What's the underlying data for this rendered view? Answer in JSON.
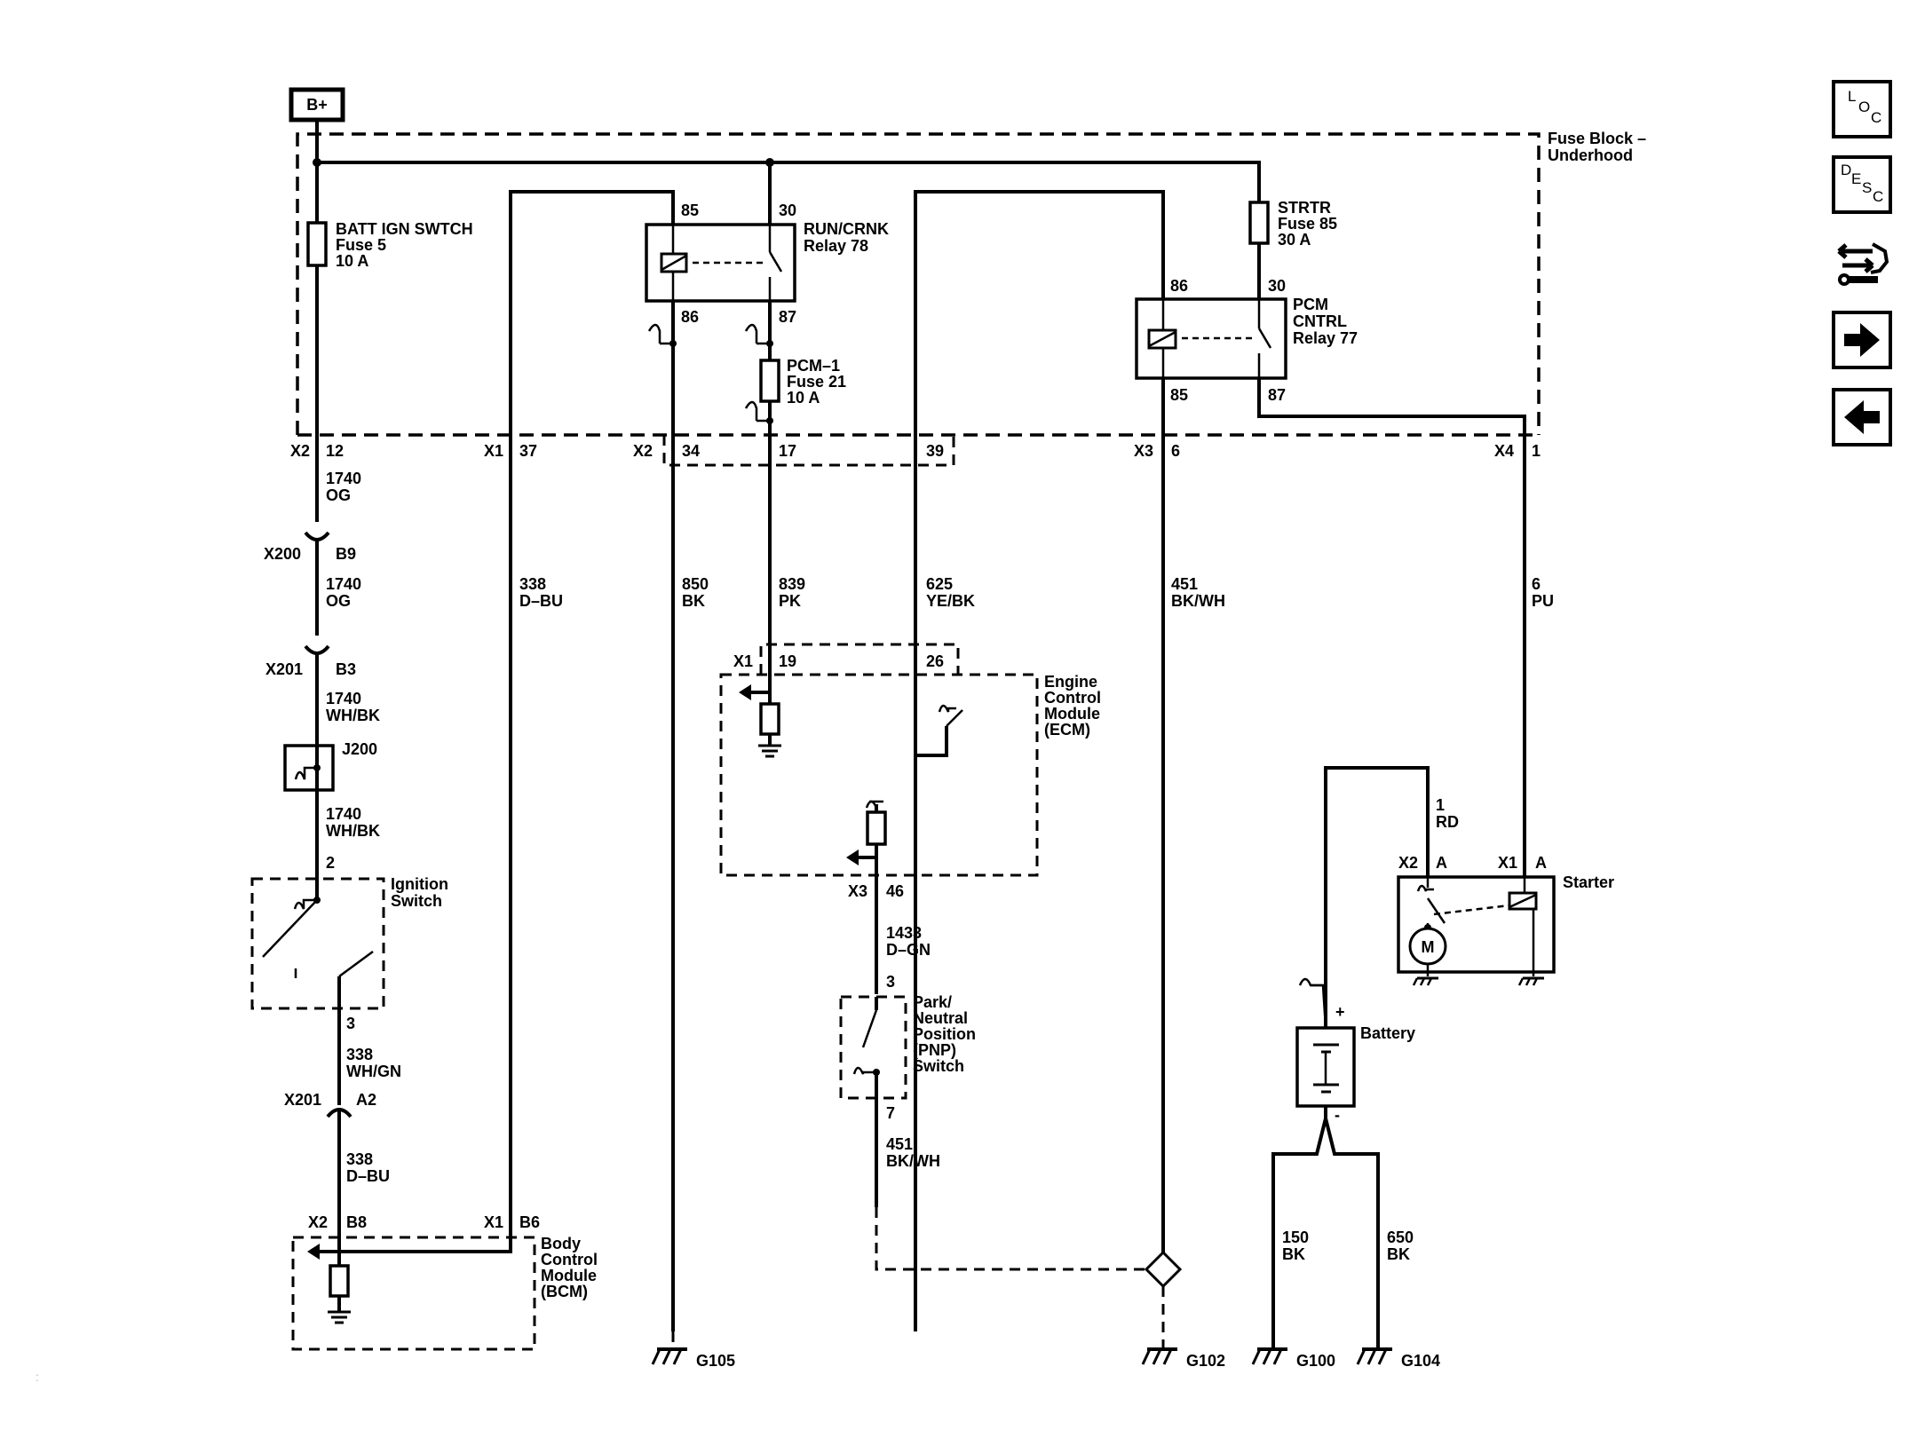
{
  "nav": {
    "loc": {
      "l1": "L",
      "l2": "O",
      "l3": "C"
    },
    "desc": {
      "l1": "D",
      "l2": "E",
      "l3": "S",
      "l4": "C"
    },
    "icons": {
      "conn": "connector-tool-icon",
      "next": "arrow-right-icon",
      "prev": "arrow-left-icon"
    }
  },
  "power": {
    "bplus": "B+"
  },
  "fuseblock": {
    "name1": "Fuse Block –",
    "name2": "Underhood"
  },
  "fuse5": {
    "l1": "BATT IGN SWTCH",
    "l2": "Fuse 5",
    "l3": "10 A"
  },
  "fuse85": {
    "l1": "STRTR",
    "l2": "Fuse 85",
    "l3": "30 A"
  },
  "fuse21": {
    "l1": "PCM–1",
    "l2": "Fuse 21",
    "l3": "10 A"
  },
  "relay78": {
    "l1": "RUN/CRNK",
    "l2": "Relay 78",
    "p85": "85",
    "p30": "30",
    "p86": "86",
    "p87": "87"
  },
  "relay77": {
    "l1": "PCM",
    "l2": "CNTRL",
    "l3": "Relay 77",
    "p86": "86",
    "p30": "30",
    "p85": "85",
    "p87": "87"
  },
  "conn": {
    "x2_12_c": "X2",
    "x2_12_p": "12",
    "x1_37_c": "X1",
    "x1_37_p": "37",
    "x2_34_c": "X2",
    "x2_34_p": "34",
    "p17": "17",
    "p39": "39",
    "x3_6_c": "X3",
    "x3_6_p": "6",
    "x4_1_c": "X4",
    "x4_1_p": "1",
    "x200": "X200",
    "b9": "B9",
    "x201a": "X201",
    "b3": "B3",
    "j200": "J200",
    "sw2": "2",
    "sw3": "3",
    "x201b": "X201",
    "a2": "A2",
    "x2_b8_c": "X2",
    "b8": "B8",
    "x1_b6_c": "X1",
    "b6": "B6",
    "x1_19_c": "X1",
    "p19": "19",
    "p26": "26",
    "x3_46_c": "X3",
    "p46": "46",
    "pnp3": "3",
    "pnp7": "7",
    "st_x2": "X2",
    "st_a1": "A",
    "st_x1": "X1",
    "st_a2": "A"
  },
  "wires": {
    "w1740a": {
      "n": "1740",
      "c": "OG"
    },
    "w1740b": {
      "n": "1740",
      "c": "OG"
    },
    "w1740c": {
      "n": "1740",
      "c": "WH/BK"
    },
    "w1740d": {
      "n": "1740",
      "c": "WH/BK"
    },
    "w338a": {
      "n": "338",
      "c": "WH/GN"
    },
    "w338b": {
      "n": "338",
      "c": "D–BU"
    },
    "w338c": {
      "n": "338",
      "c": "D–BU"
    },
    "w850": {
      "n": "850",
      "c": "BK"
    },
    "w839": {
      "n": "839",
      "c": "PK"
    },
    "w625": {
      "n": "625",
      "c": "YE/BK"
    },
    "w451a": {
      "n": "451",
      "c": "BK/WH"
    },
    "w451b": {
      "n": "451",
      "c": "BK/WH"
    },
    "w6": {
      "n": "6",
      "c": "PU"
    },
    "w1433": {
      "n": "1433",
      "c": "D–GN"
    },
    "w1": {
      "n": "1",
      "c": "RD"
    },
    "w150": {
      "n": "150",
      "c": "BK"
    },
    "w650": {
      "n": "650",
      "c": "BK"
    }
  },
  "components": {
    "ign": {
      "l1": "Ignition",
      "l2": "Switch"
    },
    "bcm": {
      "l1": "Body",
      "l2": "Control",
      "l3": "Module",
      "l4": "(BCM)"
    },
    "ecm": {
      "l1": "Engine",
      "l2": "Control",
      "l3": "Module",
      "l4": "(ECM)"
    },
    "pnp": {
      "l1": "Park/",
      "l2": "Neutral",
      "l3": "Position",
      "l4": "(PNP)",
      "l5": "Switch"
    },
    "starter": {
      "name": "Starter",
      "motor": "M"
    },
    "battery": {
      "name": "Battery",
      "plus": "+",
      "minus": "-"
    }
  },
  "grounds": {
    "g105": "G105",
    "g102": "G102",
    "g100": "G100",
    "g104": "G104"
  }
}
